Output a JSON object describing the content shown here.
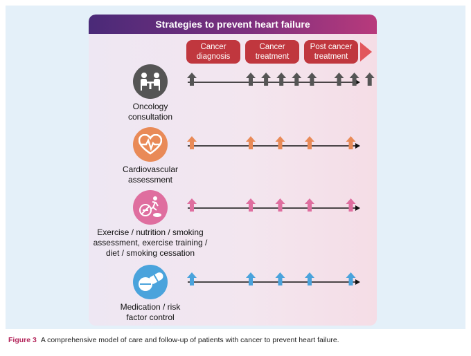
{
  "title": "Strategies to prevent heart failure",
  "phases": [
    {
      "line1": "Cancer",
      "line2": "diagnosis"
    },
    {
      "line1": "Cancer",
      "line2": "treatment"
    },
    {
      "line1": "Post cancer",
      "line2": "treatment"
    }
  ],
  "rows": [
    {
      "label_lines": [
        "Oncology",
        "consultation"
      ],
      "icon": "doctor-patient-consultation-icon",
      "color": "#555555",
      "arrow_positions": [
        0,
        1.0,
        1.26,
        1.52,
        1.78,
        2.04,
        2.5,
        2.76,
        3.02
      ]
    },
    {
      "label_lines": [
        "Cardiovascular",
        "assessment"
      ],
      "icon": "heart-ecg-icon",
      "color": "#e98a57",
      "arrow_positions": [
        0,
        1.0,
        1.5,
        2.0,
        2.7
      ]
    },
    {
      "label_lines": [
        "Exercise / nutrition / smoking",
        "assessment, exercise training /",
        "diet / smoking cessation"
      ],
      "icon": "exercise-no-smoking-icon",
      "color": "#df6e9f",
      "arrow_positions": [
        0,
        1.0,
        1.5,
        2.0,
        2.7
      ]
    },
    {
      "label_lines": [
        "Medication / risk",
        "factor control"
      ],
      "icon": "medication-pills-icon",
      "color": "#4aa3dc",
      "arrow_positions": [
        0,
        1.0,
        1.5,
        2.0,
        2.7
      ]
    }
  ],
  "caption": {
    "figure_label": "Figure 3",
    "text": "A comprehensive model of care and follow-up of patients with cancer to prevent heart failure."
  }
}
